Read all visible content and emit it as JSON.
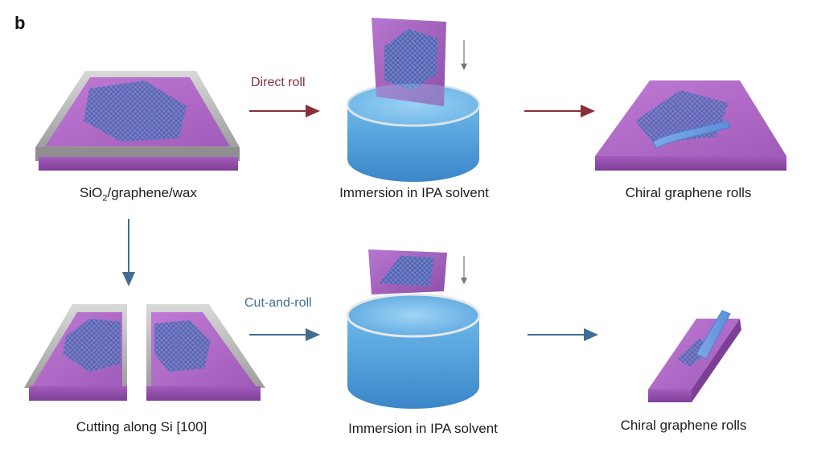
{
  "panel_letter": "b",
  "labels": {
    "substrate": "SiO",
    "substrate_sub": "2",
    "substrate_rest": "/graphene/wax",
    "immersion_top": "Immersion in IPA solvent",
    "rolls_top": "Chiral graphene rolls",
    "cutting": "Cutting along Si [100]",
    "immersion_bottom": "Immersion in IPA solvent",
    "rolls_bottom": "Chiral graphene rolls"
  },
  "arrows": {
    "direct_roll": "Direct roll",
    "cut_and_roll": "Cut-and-roll"
  },
  "colors": {
    "direct_arrow": "#8b2e3c",
    "cut_arrow": "#3f6e92",
    "substrate_top": "#b06bc4",
    "substrate_side": "#8d4ea3",
    "wax": "#c8c8c8",
    "graphene": "#6d7fc7",
    "solvent": "#5aa6df"
  }
}
